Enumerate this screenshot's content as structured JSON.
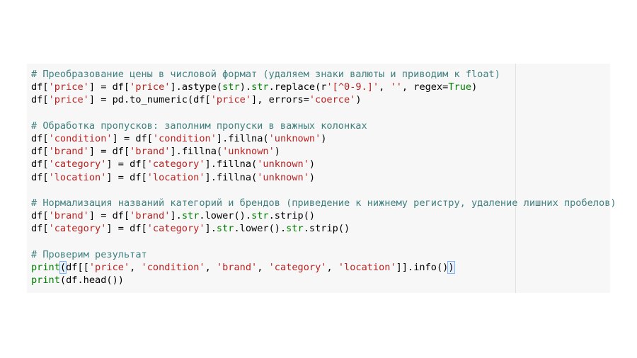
{
  "code": {
    "lines": [
      [
        {
          "t": "# Преобразование цены в числовой формат (удаляем знаки валюты и приводим к float)",
          "c": "cm"
        }
      ],
      [
        {
          "t": "df["
        },
        {
          "t": "'price'",
          "c": "s"
        },
        {
          "t": "] = df["
        },
        {
          "t": "'price'",
          "c": "s"
        },
        {
          "t": "].astype("
        },
        {
          "t": "str",
          "c": "k"
        },
        {
          "t": ")."
        },
        {
          "t": "str",
          "c": "k"
        },
        {
          "t": ".replace(r"
        },
        {
          "t": "'[^0-9.]'",
          "c": "s"
        },
        {
          "t": ", "
        },
        {
          "t": "''",
          "c": "s"
        },
        {
          "t": ", regex="
        },
        {
          "t": "True",
          "c": "k"
        },
        {
          "t": ")"
        }
      ],
      [
        {
          "t": "df["
        },
        {
          "t": "'price'",
          "c": "s"
        },
        {
          "t": "] = pd.to_numeric(df["
        },
        {
          "t": "'price'",
          "c": "s"
        },
        {
          "t": "], errors="
        },
        {
          "t": "'coerce'",
          "c": "s"
        },
        {
          "t": ")"
        }
      ],
      [],
      [
        {
          "t": "# Обработка пропусков: заполним пропуски в важных колонках",
          "c": "cm"
        }
      ],
      [
        {
          "t": "df["
        },
        {
          "t": "'condition'",
          "c": "s"
        },
        {
          "t": "] = df["
        },
        {
          "t": "'condition'",
          "c": "s"
        },
        {
          "t": "].fillna("
        },
        {
          "t": "'unknown'",
          "c": "s"
        },
        {
          "t": ")"
        }
      ],
      [
        {
          "t": "df["
        },
        {
          "t": "'brand'",
          "c": "s"
        },
        {
          "t": "] = df["
        },
        {
          "t": "'brand'",
          "c": "s"
        },
        {
          "t": "].fillna("
        },
        {
          "t": "'unknown'",
          "c": "s"
        },
        {
          "t": ")"
        }
      ],
      [
        {
          "t": "df["
        },
        {
          "t": "'category'",
          "c": "s"
        },
        {
          "t": "] = df["
        },
        {
          "t": "'category'",
          "c": "s"
        },
        {
          "t": "].fillna("
        },
        {
          "t": "'unknown'",
          "c": "s"
        },
        {
          "t": ")"
        }
      ],
      [
        {
          "t": "df["
        },
        {
          "t": "'location'",
          "c": "s"
        },
        {
          "t": "] = df["
        },
        {
          "t": "'location'",
          "c": "s"
        },
        {
          "t": "].fillna("
        },
        {
          "t": "'unknown'",
          "c": "s"
        },
        {
          "t": ")"
        }
      ],
      [],
      [
        {
          "t": "# Нормализация названий категорий и брендов (приведение к нижнему регистру, удаление лишних пробелов)",
          "c": "cm"
        }
      ],
      [
        {
          "t": "df["
        },
        {
          "t": "'brand'",
          "c": "s"
        },
        {
          "t": "] = df["
        },
        {
          "t": "'brand'",
          "c": "s"
        },
        {
          "t": "]."
        },
        {
          "t": "str",
          "c": "k"
        },
        {
          "t": ".lower()."
        },
        {
          "t": "str",
          "c": "k"
        },
        {
          "t": ".strip()"
        }
      ],
      [
        {
          "t": "df["
        },
        {
          "t": "'category'",
          "c": "s"
        },
        {
          "t": "] = df["
        },
        {
          "t": "'category'",
          "c": "s"
        },
        {
          "t": "]."
        },
        {
          "t": "str",
          "c": "k"
        },
        {
          "t": ".lower()."
        },
        {
          "t": "str",
          "c": "k"
        },
        {
          "t": ".strip()"
        }
      ],
      [],
      [
        {
          "t": "# Проверим результат",
          "c": "cm"
        }
      ],
      [
        {
          "t": "print",
          "c": "k"
        },
        {
          "t": "(",
          "c": "bm"
        },
        {
          "t": "df[["
        },
        {
          "t": "'price'",
          "c": "s"
        },
        {
          "t": ", "
        },
        {
          "t": "'condition'",
          "c": "s"
        },
        {
          "t": ", "
        },
        {
          "t": "'brand'",
          "c": "s"
        },
        {
          "t": ", "
        },
        {
          "t": "'category'",
          "c": "s"
        },
        {
          "t": ", "
        },
        {
          "t": "'location'",
          "c": "s"
        },
        {
          "t": "]].info()"
        },
        {
          "t": ")",
          "c": "bm"
        },
        {
          "cursor": true
        }
      ],
      [
        {
          "t": "print",
          "c": "k"
        },
        {
          "t": "(df.head())"
        }
      ]
    ]
  }
}
